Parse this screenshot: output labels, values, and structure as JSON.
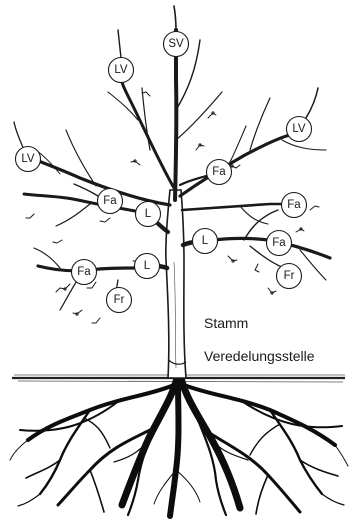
{
  "diagram": {
    "labels": {
      "sv": "SV",
      "lv": "LV",
      "l": "L",
      "fa": "Fa",
      "fr": "Fr"
    },
    "captions": {
      "trunk": "Stamm",
      "graft_union": "Veredelungsstelle"
    }
  }
}
